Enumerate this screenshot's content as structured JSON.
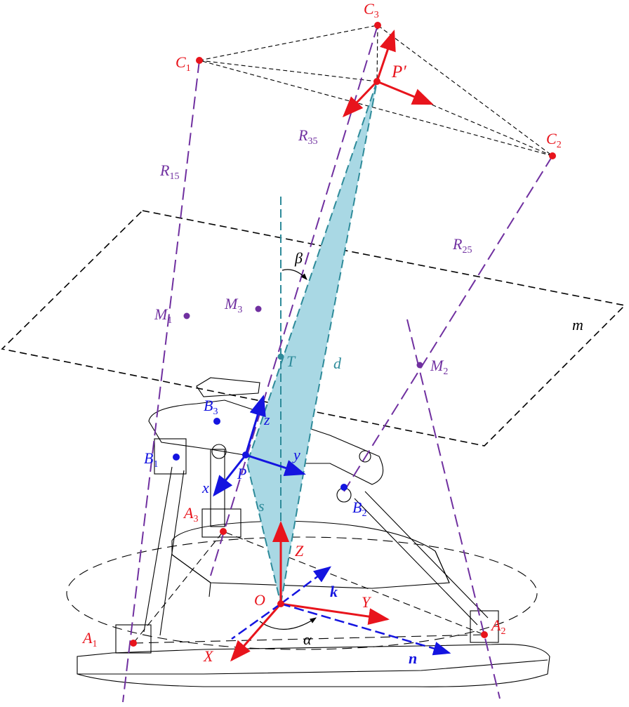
{
  "colors": {
    "red": "#e8141c",
    "purple": "#7030a0",
    "blue": "#1414e0",
    "teal": "#2e8b9a",
    "shade": "#a9d8e4"
  },
  "labels": {
    "C1": {
      "main": "C",
      "sub": "1"
    },
    "C2": {
      "main": "C",
      "sub": "2"
    },
    "C3": {
      "main": "C",
      "sub": "3"
    },
    "Pprime": "P′",
    "R15": {
      "main": "R",
      "sub": "15"
    },
    "R25": {
      "main": "R",
      "sub": "25"
    },
    "R35": {
      "main": "R",
      "sub": "35"
    },
    "beta": "β",
    "alpha": "α",
    "M1": {
      "main": "M",
      "sub": "1"
    },
    "M2": {
      "main": "M",
      "sub": "2"
    },
    "M3": {
      "main": "M",
      "sub": "3"
    },
    "T": "T",
    "d": "d",
    "m": "m",
    "s": "s",
    "B1": {
      "main": "B",
      "sub": "1"
    },
    "B2": {
      "main": "B",
      "sub": "2"
    },
    "B3": {
      "main": "B",
      "sub": "3"
    },
    "A1": {
      "main": "A",
      "sub": "1"
    },
    "A2": {
      "main": "A",
      "sub": "2"
    },
    "A3": {
      "main": "A",
      "sub": "3"
    },
    "P": "P",
    "x": "x",
    "y": "y",
    "z": "z",
    "O": "O",
    "X": "X",
    "Y": "Y",
    "Z": "Z",
    "k": "k",
    "n": "n"
  }
}
